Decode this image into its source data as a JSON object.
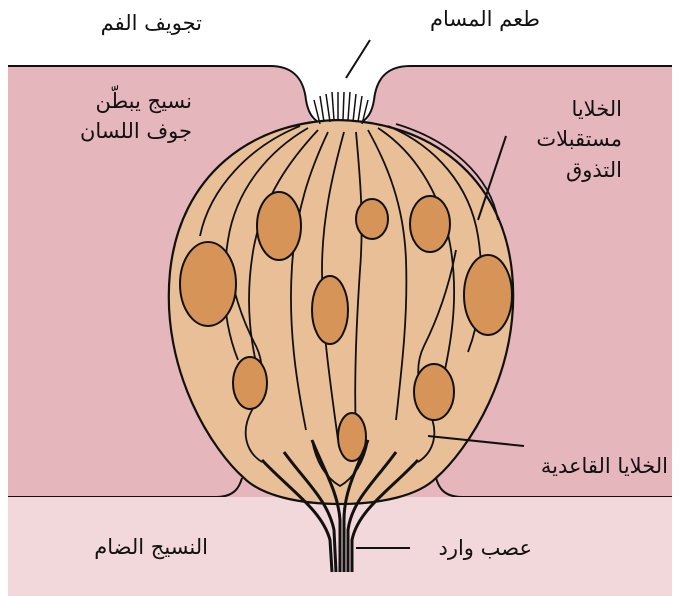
{
  "labels": {
    "oral_cavity": "تجويف الفم",
    "taste_pore": "طعم المسام",
    "lining_line1": "نسيج يبطّن",
    "lining_line2": "جوف اللسان",
    "receptor_line1": "الخلايا",
    "receptor_line2": "مستقبلات",
    "receptor_line3": "التذوق",
    "basal_cells": "الخلايا القاعدية",
    "connective_tissue": "النسيج الضام",
    "afferent_nerve": "عصب وارد"
  },
  "colors": {
    "epithelium": "#e5b6bb",
    "connective_tissue": "#f2d8da",
    "bud_fill": "#e8bf97",
    "nucleus": "#d69458",
    "outline": "#111111"
  }
}
